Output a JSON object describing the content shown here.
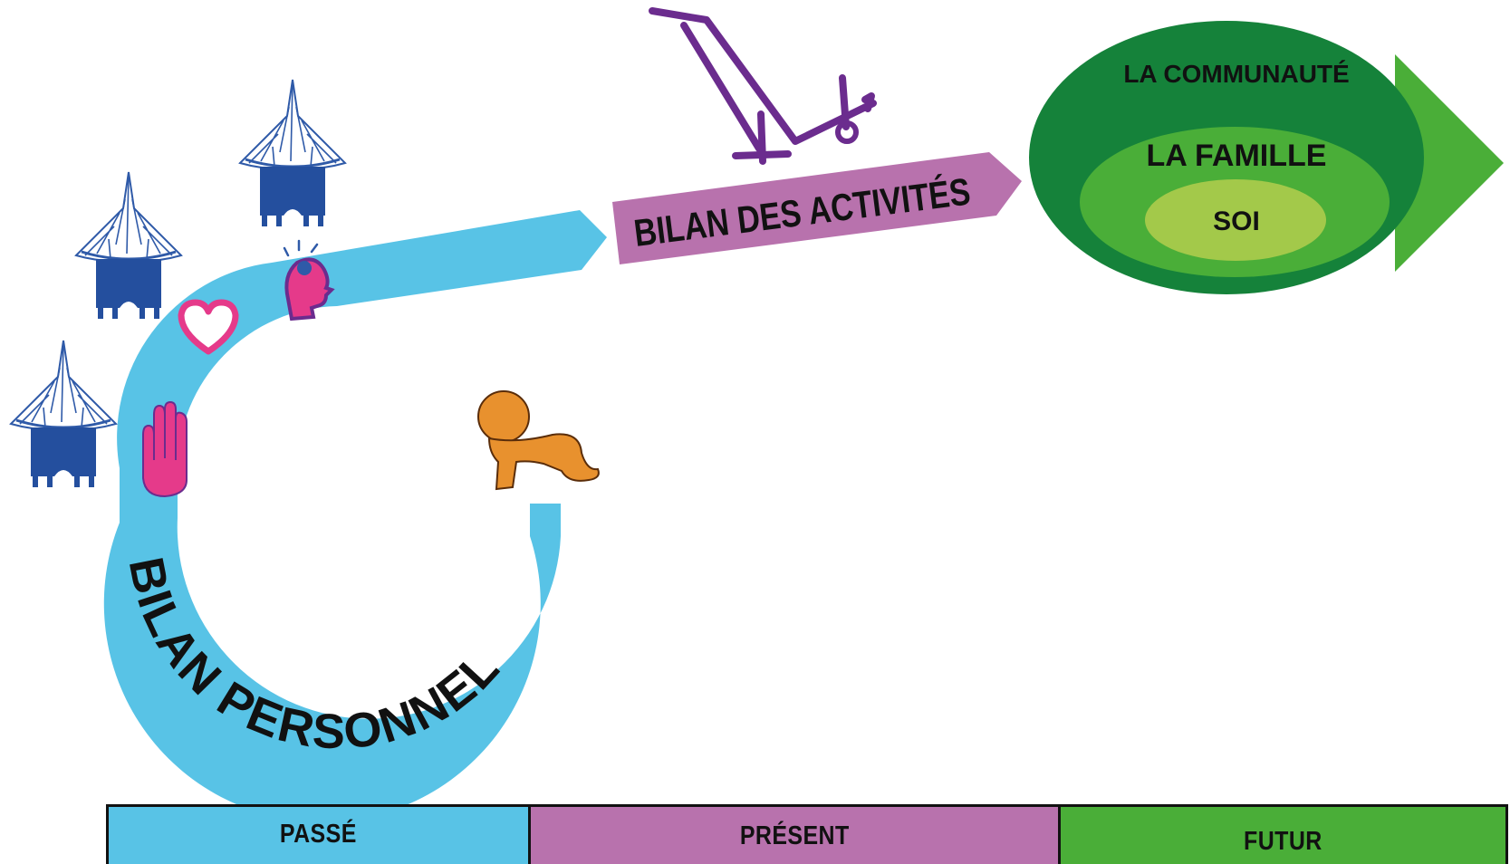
{
  "bilan_personnel": {
    "label": "BILAN PERSONNEL",
    "color": "#58c3e6"
  },
  "bilan_activites": {
    "label": "BILAN DES ACTIVITÉS",
    "color": "#b872ad"
  },
  "future_circles": {
    "communaute": "LA COMMUNAUTÉ",
    "famille": "LA FAMILLE",
    "soi": "SOI",
    "colors": {
      "arrow": "#4aae38",
      "outer": "#15823a",
      "middle": "#4aae38",
      "inner": "#a3c94a"
    }
  },
  "icons": [
    "hut-icon",
    "hut-icon",
    "hut-icon",
    "plough-icon",
    "baby-icon",
    "hand-icon",
    "heart-icon",
    "head-icon"
  ],
  "timeline": {
    "past": "PASSÉ",
    "present": "PRÉSENT",
    "future": "FUTUR"
  }
}
